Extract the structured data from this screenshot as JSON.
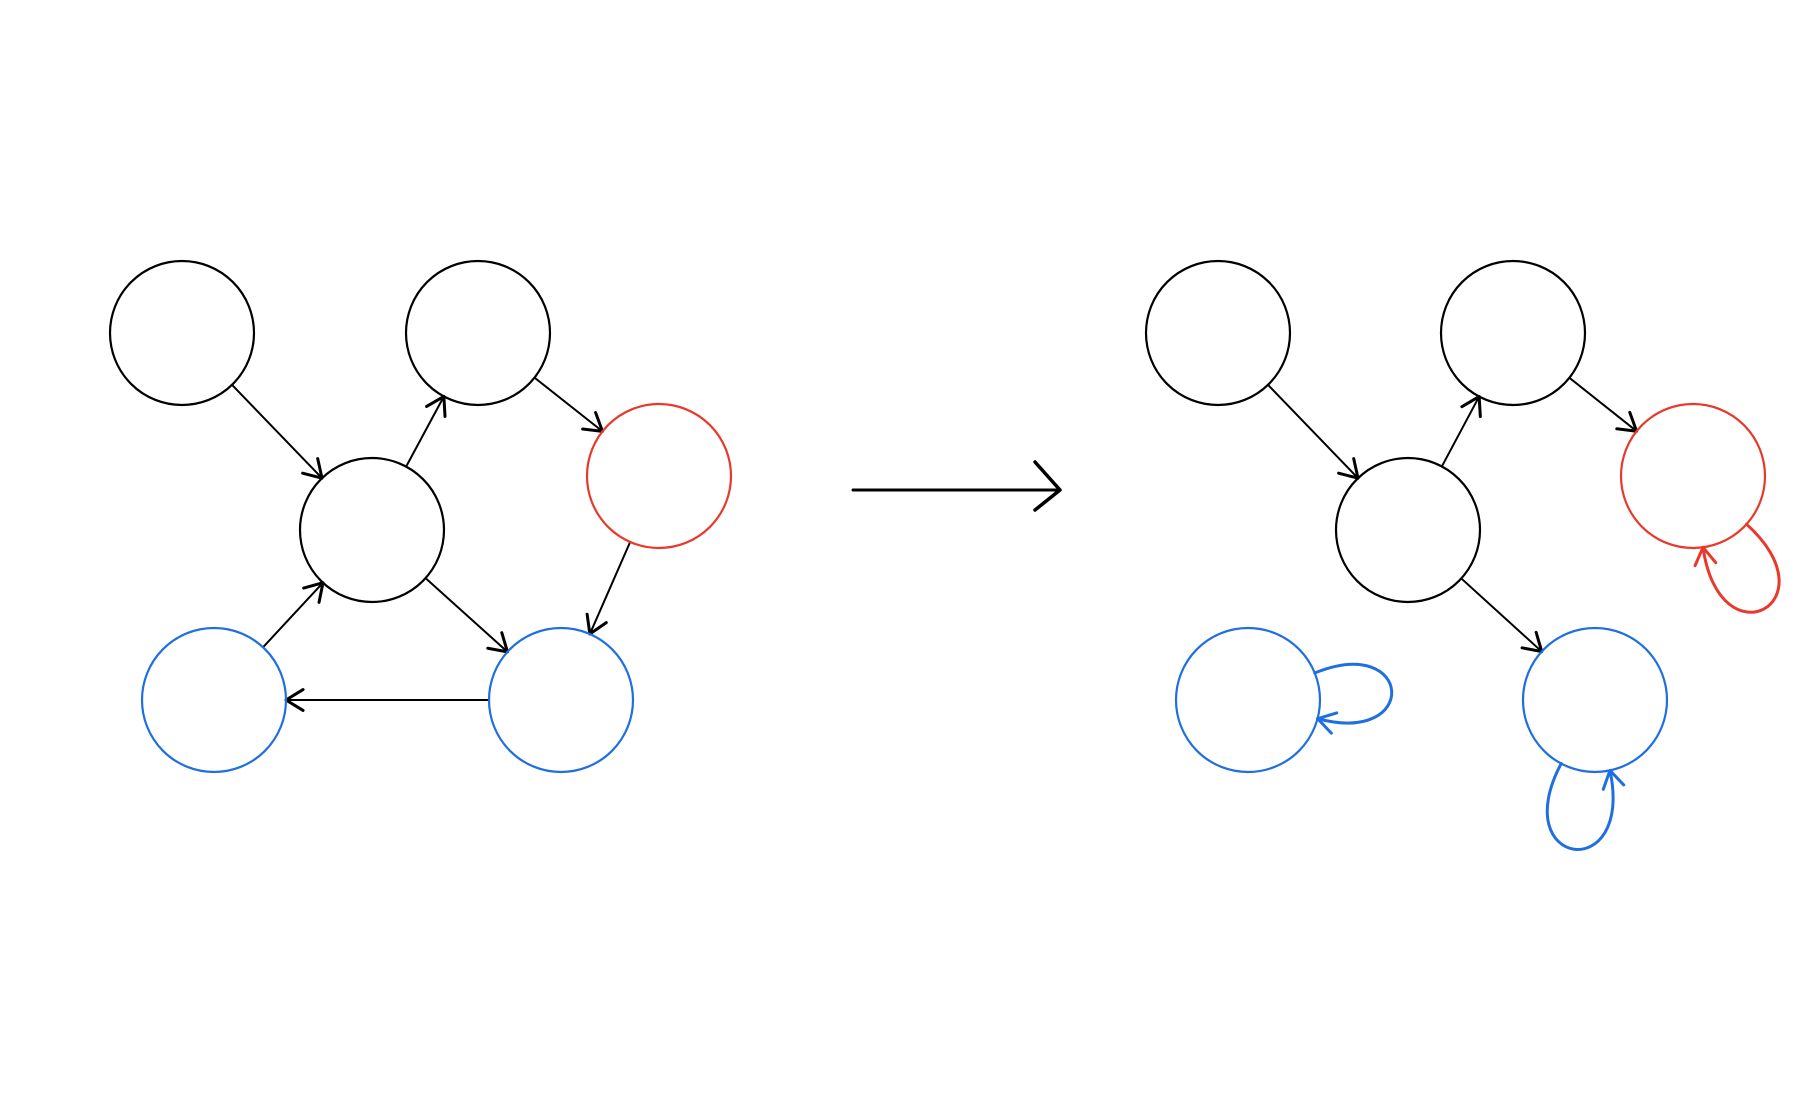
{
  "colors": {
    "background": "#ffffff",
    "default_stroke": "#000000",
    "red": "#e8392b",
    "blue": "#1f6fe0"
  },
  "diagrams": {
    "before": {
      "nodes": [
        {
          "id": "n1",
          "color": "default_stroke"
        },
        {
          "id": "n2",
          "color": "default_stroke"
        },
        {
          "id": "n3",
          "color": "default_stroke"
        },
        {
          "id": "n4",
          "color": "red"
        },
        {
          "id": "n5",
          "color": "blue"
        },
        {
          "id": "n6",
          "color": "blue"
        }
      ],
      "edges": [
        {
          "from": "n1",
          "to": "n3"
        },
        {
          "from": "n3",
          "to": "n2"
        },
        {
          "from": "n2",
          "to": "n4"
        },
        {
          "from": "n4",
          "to": "n6"
        },
        {
          "from": "n3",
          "to": "n6"
        },
        {
          "from": "n6",
          "to": "n5"
        },
        {
          "from": "n5",
          "to": "n3"
        }
      ]
    },
    "after": {
      "nodes": [
        {
          "id": "m1",
          "color": "default_stroke"
        },
        {
          "id": "m2",
          "color": "default_stroke"
        },
        {
          "id": "m3",
          "color": "default_stroke"
        },
        {
          "id": "m4",
          "color": "red"
        },
        {
          "id": "m5",
          "color": "blue"
        },
        {
          "id": "m6",
          "color": "blue"
        }
      ],
      "edges": [
        {
          "from": "m1",
          "to": "m3"
        },
        {
          "from": "m3",
          "to": "m2"
        },
        {
          "from": "m2",
          "to": "m4"
        },
        {
          "from": "m3",
          "to": "m6"
        }
      ],
      "self_loops": [
        {
          "node": "m4",
          "color": "red"
        },
        {
          "node": "m5",
          "color": "blue"
        },
        {
          "node": "m6",
          "color": "blue"
        }
      ]
    }
  },
  "transform_arrow": {
    "color": "default_stroke"
  }
}
